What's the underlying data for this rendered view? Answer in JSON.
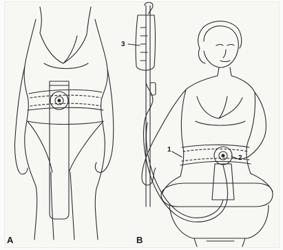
{
  "figure": {
    "panels": [
      {
        "id": "A",
        "label": "A"
      },
      {
        "id": "B",
        "label": "B"
      }
    ],
    "callouts": [
      {
        "id": "3",
        "label": "3"
      },
      {
        "id": "1",
        "label": "1"
      },
      {
        "id": "2",
        "label": "2"
      }
    ]
  },
  "colors": {
    "ink": "#1a1a1a",
    "paper": "#f7f7f4"
  }
}
